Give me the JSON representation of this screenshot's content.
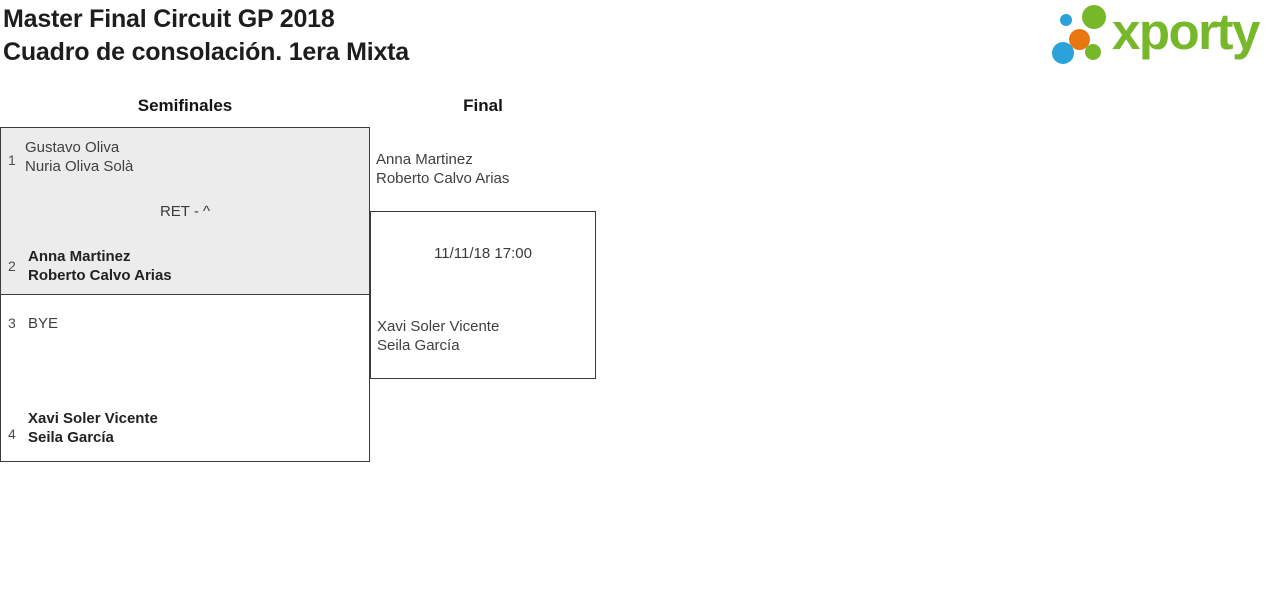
{
  "page": {
    "title_line1": "Master Final Circuit GP 2018",
    "title_line2": "Cuadro de consolación. 1era Mixta"
  },
  "logo": {
    "wordmark": "xporty",
    "colors": {
      "green": "#76b82a",
      "blue": "#2aa3db",
      "orange": "#e87611"
    }
  },
  "bracket": {
    "rounds": [
      {
        "label": "Semifinales"
      },
      {
        "label": "Final"
      }
    ],
    "semifinal1": {
      "seed_top": "1",
      "team_top": [
        "Gustavo Oliva",
        "Nuria Oliva Solà"
      ],
      "result": "RET - ^",
      "seed_bottom": "2",
      "team_bottom": [
        "Anna Martinez",
        "Roberto Calvo Arias"
      ]
    },
    "semifinal2": {
      "seed_top": "3",
      "team_top": [
        "BYE"
      ],
      "seed_bottom": "4",
      "team_bottom": [
        "Xavi Soler Vicente",
        "Seila García"
      ]
    },
    "final": {
      "team_top": [
        "Anna Martinez",
        "Roberto Calvo Arias"
      ],
      "schedule": "11/11/18 17:00",
      "team_bottom": [
        "Xavi Soler Vicente",
        "Seila García"
      ]
    }
  }
}
